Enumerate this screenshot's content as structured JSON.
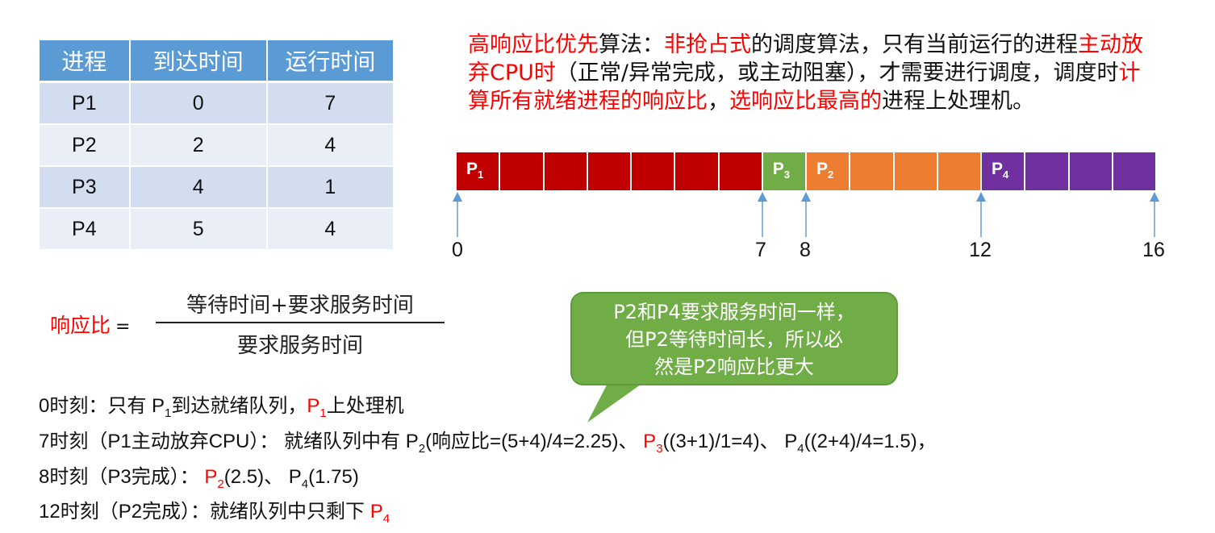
{
  "table": {
    "headers": [
      "进程",
      "到达时间",
      "运行时间"
    ],
    "rows": [
      {
        "process": "P1",
        "arrival": "0",
        "run": "7"
      },
      {
        "process": "P2",
        "arrival": "2",
        "run": "4"
      },
      {
        "process": "P3",
        "arrival": "4",
        "run": "1"
      },
      {
        "process": "P4",
        "arrival": "5",
        "run": "4"
      }
    ]
  },
  "description": {
    "s1_red": "高响应比优先",
    "s2": "算法：",
    "s3_red": "非抢占式",
    "s4": "的调度算法，只有当前运行的进程",
    "s5_red": "主动放弃CPU时",
    "s6": "（正常/异常完成，或主动阻塞），才需要进行调度，调度时",
    "s7_red": "计算所有就绪进程的响应比",
    "s8": "，",
    "s9_red": "选响应比最高的",
    "s10": "进程上处理机。"
  },
  "gantt": {
    "segments": [
      {
        "label": "P",
        "sub": "1",
        "start": 0,
        "end": 7,
        "color": "#c00000"
      },
      {
        "label": "P",
        "sub": "3",
        "start": 7,
        "end": 8,
        "color": "#70ad47"
      },
      {
        "label": "P",
        "sub": "2",
        "start": 8,
        "end": 12,
        "color": "#ed7d31"
      },
      {
        "label": "P",
        "sub": "4",
        "start": 12,
        "end": 16,
        "color": "#7030a0"
      }
    ],
    "ticks": [
      "0",
      "7",
      "8",
      "12",
      "16"
    ]
  },
  "formula": {
    "lhs": "响应比",
    "eq": "=",
    "numerator": "等待时间+要求服务时间",
    "denominator": "要求服务时间"
  },
  "callout": {
    "line1": "P2和P4要求服务时间一样，",
    "line2": "但P2等待时间长，所以必",
    "line3": "然是P2响应比更大",
    "color": "#70ad47"
  },
  "steps": {
    "l1": {
      "a": "0时刻：只有 P",
      "a_sub": "1",
      "b": "到达就绪队列，",
      "c_red": "P",
      "c_sub": "1",
      "d": "上处理机"
    },
    "l2": {
      "a": "7时刻（P1主动放弃CPU）： 就绪队列中有 P",
      "a_sub": "2",
      "b": "(响应比=(5+4)/4=2.25)、 ",
      "c_red": "P",
      "c_sub": "3",
      "d": "((3+1)/1=4)、 P",
      "d_sub": "4",
      "e": "((2+4)/4=1.5)，"
    },
    "l3": {
      "a": "8时刻（P3完成）： ",
      "b_red": "P",
      "b_sub": "2",
      "c": "(2.5)、 P",
      "c_sub": "4",
      "d": "(1.75)"
    },
    "l4": {
      "a": "12时刻（P2完成）：就绪队列中只剩下 ",
      "b_red": "P",
      "b_sub": "4"
    }
  }
}
